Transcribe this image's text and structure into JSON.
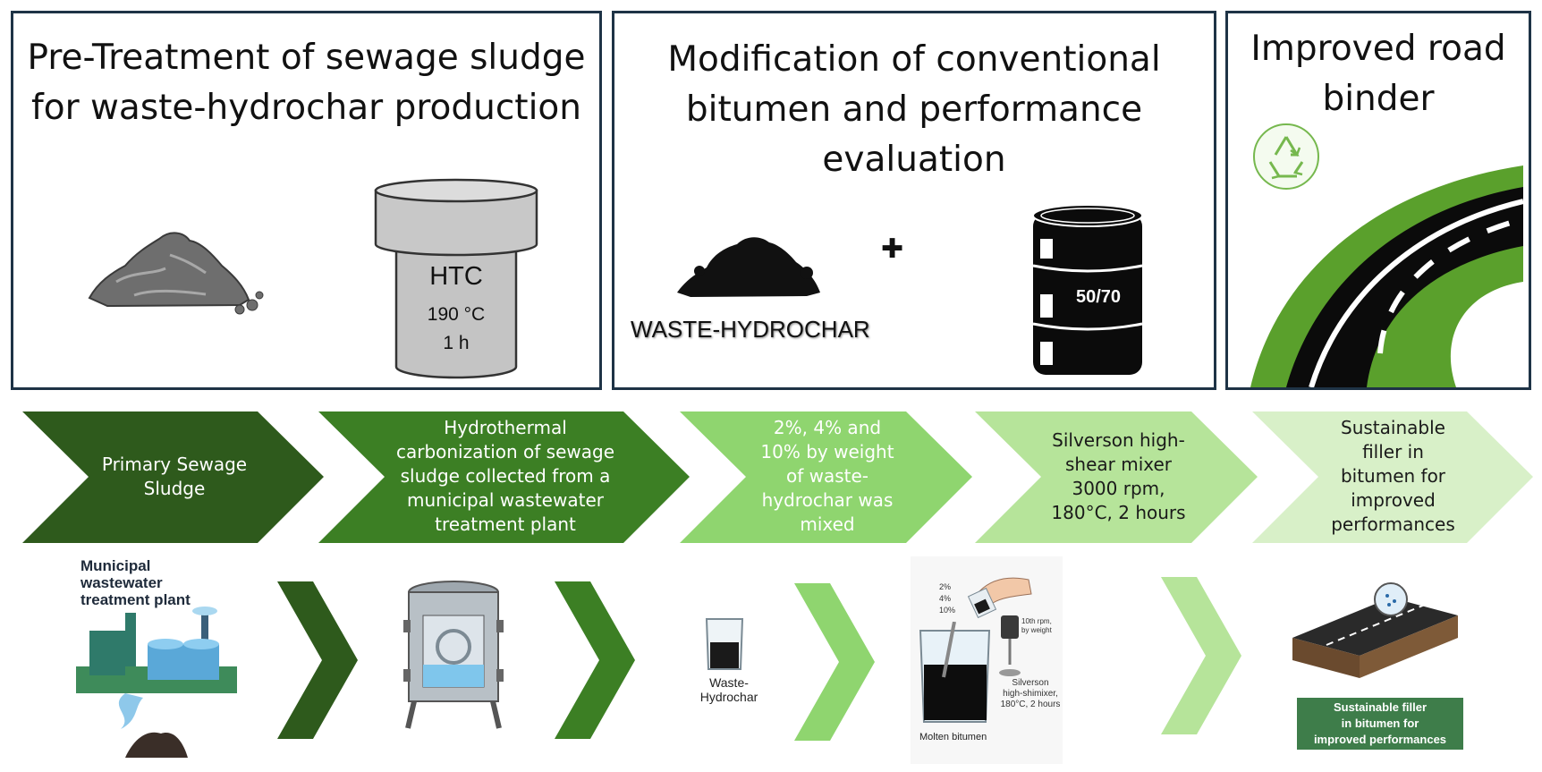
{
  "panels": [
    {
      "title_lines": [
        "Pre-Treatment of sewage sludge",
        "for waste-hydrochar production"
      ]
    },
    {
      "title_lines": [
        "Modification of conventional",
        "bitumen and performance",
        "evaluation"
      ]
    },
    {
      "title_lines": [
        "Improved road",
        "binder"
      ]
    }
  ],
  "reactor": {
    "label": "HTC",
    "temp": "190 °C",
    "time": "1 h"
  },
  "hydrochar_label": "WASTE-HYDROCHAR",
  "plus_symbol": "✚",
  "barrel_label": "50/70",
  "steps": [
    {
      "lines": [
        "Primary Sewage",
        "Sludge"
      ],
      "color": "#2e5a1c",
      "text_color": "#ffffff"
    },
    {
      "lines": [
        "Hydrothermal",
        "carbonization of sewage",
        "sludge collected from a",
        "municipal wastewater",
        "treatment plant"
      ],
      "color": "#3c7f24",
      "text_color": "#ffffff"
    },
    {
      "lines": [
        "2%, 4% and",
        "10% by weight",
        "of waste-",
        "hydrochar was",
        "mixed"
      ],
      "color": "#8fd56f",
      "text_color": "#ffffff"
    },
    {
      "lines": [
        "Silverson high-",
        "shear mixer",
        "3000 rpm,",
        "180°C, 2 hours"
      ],
      "color": "#b6e49a",
      "text_color": "#1a1a1a"
    },
    {
      "lines": [
        "Sustainable",
        "filler in",
        "bitumen for",
        "improved",
        "performances"
      ],
      "color": "#d8f0c8",
      "text_color": "#1a1a1a"
    }
  ],
  "illustrations": {
    "plant_label_lines": [
      "Municipal",
      "wastewater",
      "treatment plant"
    ],
    "beaker_label_lines": [
      "Waste-",
      "Hydrochar"
    ],
    "mixer_percentages": [
      "2%",
      "4%",
      "10%"
    ],
    "mixer_speed_lines": [
      "10th rpm,",
      "by weight"
    ],
    "mixer_caption_lines": [
      "Silverson",
      "high-shimixer,",
      "180°C, 2 hours"
    ],
    "molten_label": "Molten bitumen",
    "road_caption_lines": [
      "Sustainable filler",
      "in bitumen for",
      "improved performances"
    ]
  },
  "colors": {
    "panel_border": "#1e3346",
    "dark_green": "#2e5a1c",
    "mid_green": "#3c7f24",
    "light_green": "#8fd56f",
    "pale_green": "#b6e49a",
    "very_pale_green": "#d8f0c8",
    "road_green": "#5aa02c",
    "caption_box": "#3e7d4a"
  }
}
